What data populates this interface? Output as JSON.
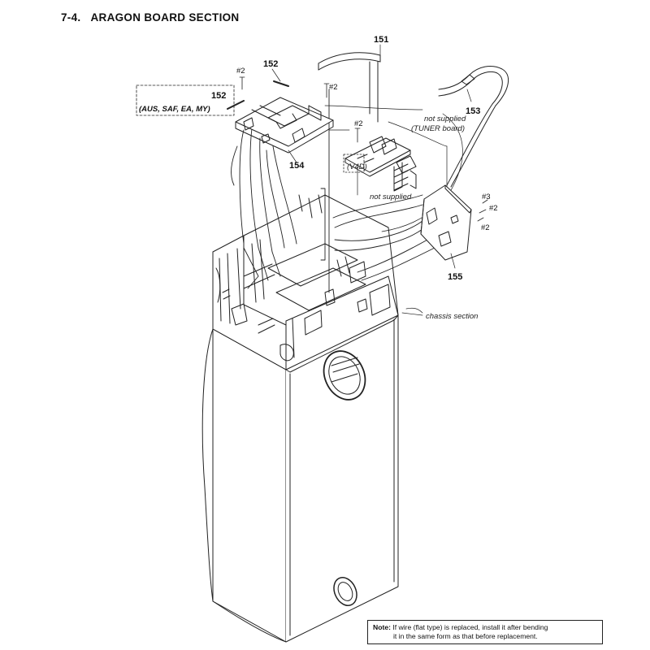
{
  "section": {
    "number": "7-4.",
    "title": "ARAGON BOARD SECTION"
  },
  "callouts": {
    "c151": "151",
    "c152_top": "152",
    "c152_box": "152",
    "c153": "153",
    "c154": "154",
    "c155": "155"
  },
  "screws": {
    "s1": "#2",
    "s2": "#2",
    "s3": "#2",
    "s4": "#3",
    "s5": "#2",
    "s6": "#2"
  },
  "labels": {
    "region_variant": "(AUS, SAF, EA, MY)",
    "not_supplied_1": "not supplied",
    "tuner_board": "(TUNER board)",
    "v4d": "(V4D)",
    "not_supplied_2": "not supplied",
    "chassis_section": "chassis section"
  },
  "note": {
    "label": "Note:",
    "line1": "If wire (flat type) is replaced, install it after bending",
    "line2": "it in the same form as that before replacement."
  }
}
